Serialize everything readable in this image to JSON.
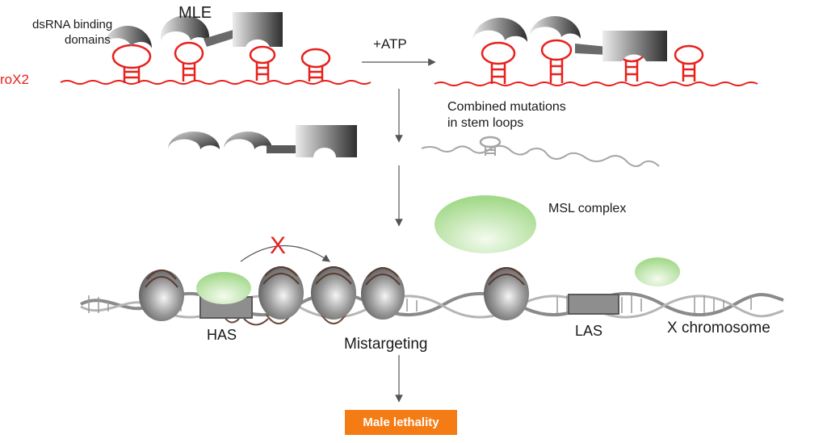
{
  "labels": {
    "dsrna_line1": "dsRNA binding",
    "dsrna_line2": "domains",
    "mle": "MLE",
    "rox2": "roX2",
    "atp": "+ATP",
    "mutations_line1": "Combined mutations",
    "mutations_line2": "in stem loops",
    "msl_complex": "MSL complex",
    "x_mark": "X",
    "has": "HAS",
    "las": "LAS",
    "mistargeting": "Mistargeting",
    "x_chromosome": "X chromosome",
    "outcome": "Male lethality"
  },
  "colors": {
    "rna": "#e8201c",
    "protein_dark": "#3c3c3c",
    "protein_light": "#e6e6e6",
    "msl": "#a8dc90",
    "outcome_badge": "#f57c14",
    "arrow": "#555555",
    "dna": "#8a8a8a",
    "mutant_rna": "#a6a6a6"
  }
}
